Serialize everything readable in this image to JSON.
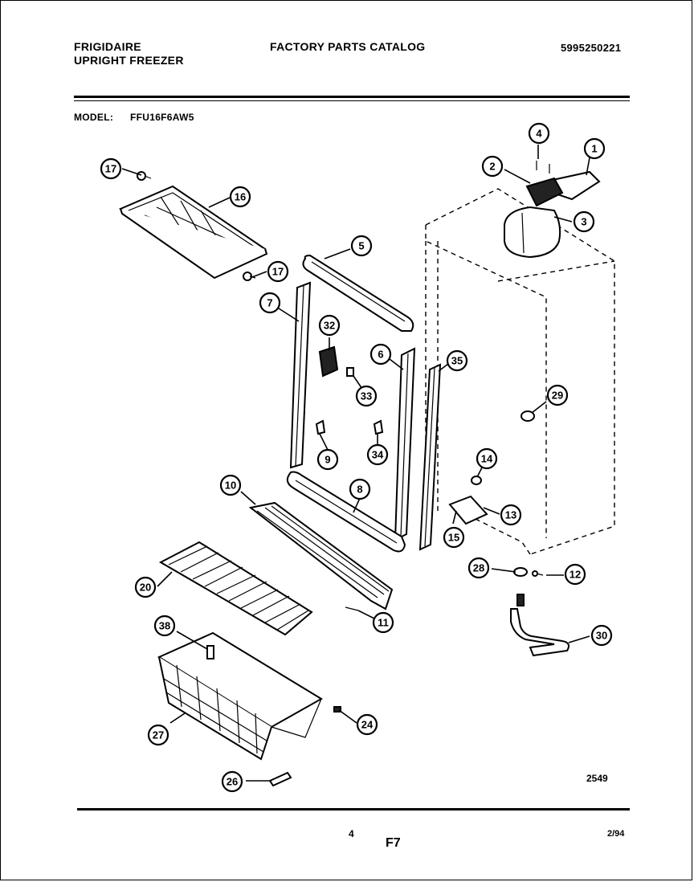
{
  "header": {
    "brand": "FRIGIDAIRE",
    "product": "UPRIGHT FREEZER",
    "catalog_title": "FACTORY PARTS CATALOG",
    "part_number": "5995250221",
    "model_label": "MODEL:",
    "model_value": "FFU16F6AW5"
  },
  "callouts": [
    "1",
    "2",
    "3",
    "4",
    "5",
    "6",
    "7",
    "8",
    "9",
    "10",
    "11",
    "12",
    "13",
    "14",
    "15",
    "16",
    "17",
    "17",
    "20",
    "24",
    "26",
    "27",
    "28",
    "29",
    "30",
    "32",
    "33",
    "34",
    "35",
    "38"
  ],
  "footer": {
    "figure_id": "2549",
    "page_number": "4",
    "section": "F7",
    "date": "2/94"
  }
}
